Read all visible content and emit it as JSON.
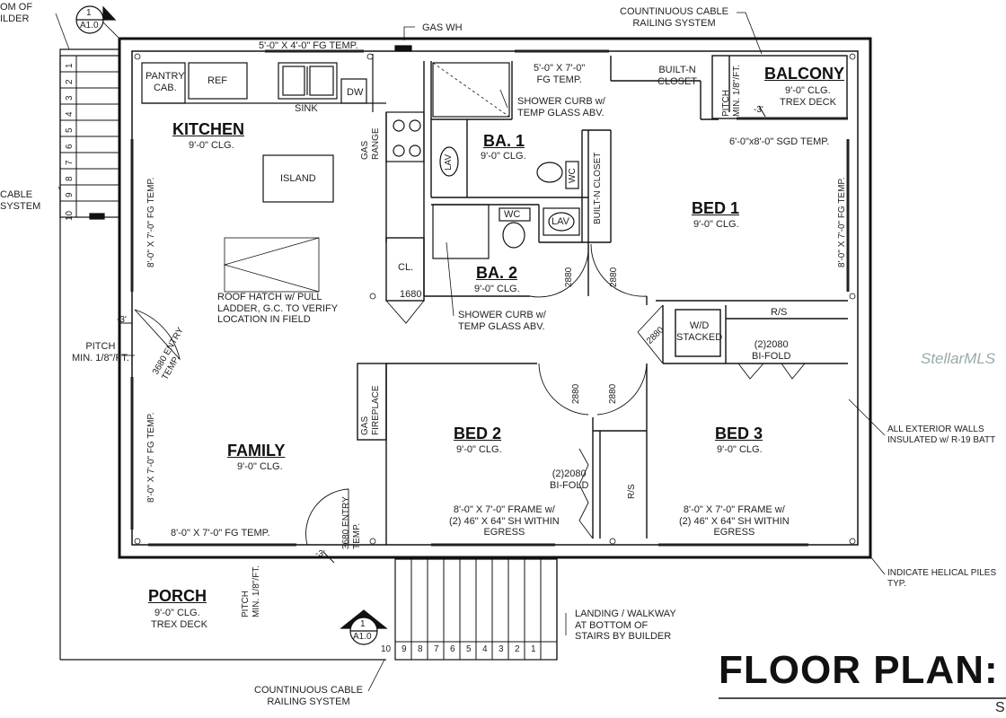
{
  "title": "FLOOR PLAN:",
  "title_suffix": "S",
  "watermark": "StellarMLS",
  "rooms": {
    "kitchen": {
      "name": "KITCHEN",
      "clg": "9'-0\" CLG."
    },
    "ba1": {
      "name": "BA. 1",
      "clg": "9'-0\" CLG."
    },
    "ba2": {
      "name": "BA. 2",
      "clg": "9'-0\" CLG."
    },
    "bed1": {
      "name": "BED 1",
      "clg": "9'-0\" CLG."
    },
    "bed2": {
      "name": "BED 2",
      "clg": "9'-0\" CLG."
    },
    "bed3": {
      "name": "BED 3",
      "clg": "9'-0\" CLG."
    },
    "family": {
      "name": "FAMILY",
      "clg": "9'-0\" CLG."
    },
    "balcony": {
      "name": "BALCONY",
      "clg": "9'-0\" CLG.",
      "deck": "TREX DECK"
    },
    "porch": {
      "name": "PORCH",
      "clg": "9'-0\" CLG.",
      "deck": "TREX DECK"
    }
  },
  "fixtures": {
    "pantry": "PANTRY\nCAB.",
    "ref": "REF",
    "sink": "SINK",
    "dw": "DW",
    "island": "ISLAND",
    "gas_range": "GAS\nRANGE",
    "lav": "LAV",
    "wc": "WC",
    "cl": "CL.",
    "wd": "W/D\nSTACKED",
    "rs": "R/S",
    "built_in_closet": "BUILT-N\nCLOSET",
    "built_in_closet_v": "BUILT-N CLOSET",
    "gas_fireplace": "GAS\nFIREPLACE"
  },
  "doors": {
    "d2880": "2880",
    "d1680": "1680",
    "bifold": "(2)2080\nBI-FOLD",
    "entry": "3680 ENTRY\nTEMP."
  },
  "windows": {
    "w_top": "5'-0\" X 4'-0\" FG TEMP.",
    "w_shower": "5'-0\" X 7'-0\"\nFG TEMP.",
    "w_sgd": "6'-0\"x8'-0\" SGD TEMP.",
    "w_side": "8'-0\" X 7'-0\" FG TEMP.",
    "w_family_bottom": "8'-0\" X 7'-0\" FG TEMP.",
    "w_bed2": "8'-0\" X 7'-0\" FRAME w/\n(2) 46\" X 64\" SH WITHIN\nEGRESS",
    "w_bed3": "8'-0\" X 7'-0\" FRAME w/\n(2) 46\" X 64\" SH WITHIN\nEGRESS"
  },
  "notes": {
    "gas_wh": "GAS WH",
    "railing_top": "COUNTINUOUS CABLE\nRAILING SYSTEM",
    "railing_bottom": "COUNTINUOUS CABLE\nRAILING SYSTEM",
    "railing_left": "CABLE\nSYSTEM",
    "top_left": "OM OF\nILDER",
    "shower_curb_1": "SHOWER CURB w/\nTEMP GLASS ABV.",
    "shower_curb_2": "SHOWER CURB w/\nTEMP GLASS ABV.",
    "roof_hatch": "ROOF HATCH w/ PULL\nLADDER, G.C. TO VERIFY\nLOCATION IN FIELD",
    "pitch": "PITCH\nMIN. 1/8\"/FT.",
    "ext_walls": "ALL EXTERIOR WALLS\nINSULATED w/ R-19 BATT",
    "helical": "INDICATE HELICAL PILES\nTYP.",
    "landing": "LANDING / WALKWAY\nAT BOTTOM OF\nSTAIRS BY BUILDER",
    "dim3": "-3'"
  },
  "section_marker": {
    "num": "1",
    "sheet": "A1.0"
  },
  "stairs": {
    "left_steps": [
      "1",
      "2",
      "3",
      "4",
      "5",
      "6",
      "7",
      "8",
      "9",
      "10"
    ],
    "bottom_steps": [
      "10",
      "9",
      "8",
      "7",
      "6",
      "5",
      "4",
      "3",
      "2",
      "1"
    ]
  }
}
